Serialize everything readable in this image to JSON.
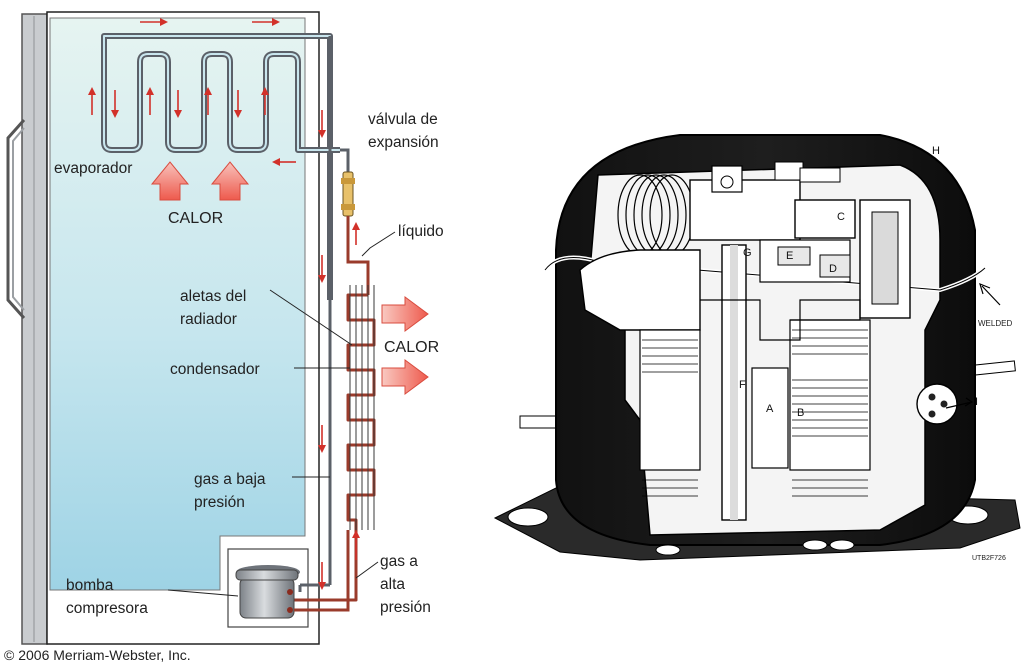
{
  "fridge": {
    "labels": {
      "evaporator": "evaporador",
      "heat_top": "CALOR",
      "valve": [
        "válvula de",
        "expansión"
      ],
      "liquid": "líquido",
      "fins": [
        "aletas del",
        "radiador"
      ],
      "heat_right": "CALOR",
      "condenser": "condensador",
      "low_gas": [
        "gas a baja",
        "presión"
      ],
      "high_gas": [
        "gas a",
        "alta",
        "presión"
      ],
      "compressor": [
        "bomba",
        "compresora"
      ]
    },
    "copyright": "© 2006 Merriam-Webster, Inc."
  },
  "compressor_cutaway": {
    "letters": [
      "A",
      "B",
      "C",
      "D",
      "E",
      "F",
      "G",
      "H",
      "I"
    ],
    "welded": "WELDED",
    "code": "UTB2F726"
  },
  "colors": {
    "cabinet_top": "#e4f3f1",
    "cabinet_bottom": "#a4d6e6",
    "tube": "#5a5f66",
    "hot_tube": "#9a3b2b",
    "arrow_red": "#d2312a",
    "heat_arrow": "#f06a5e"
  }
}
